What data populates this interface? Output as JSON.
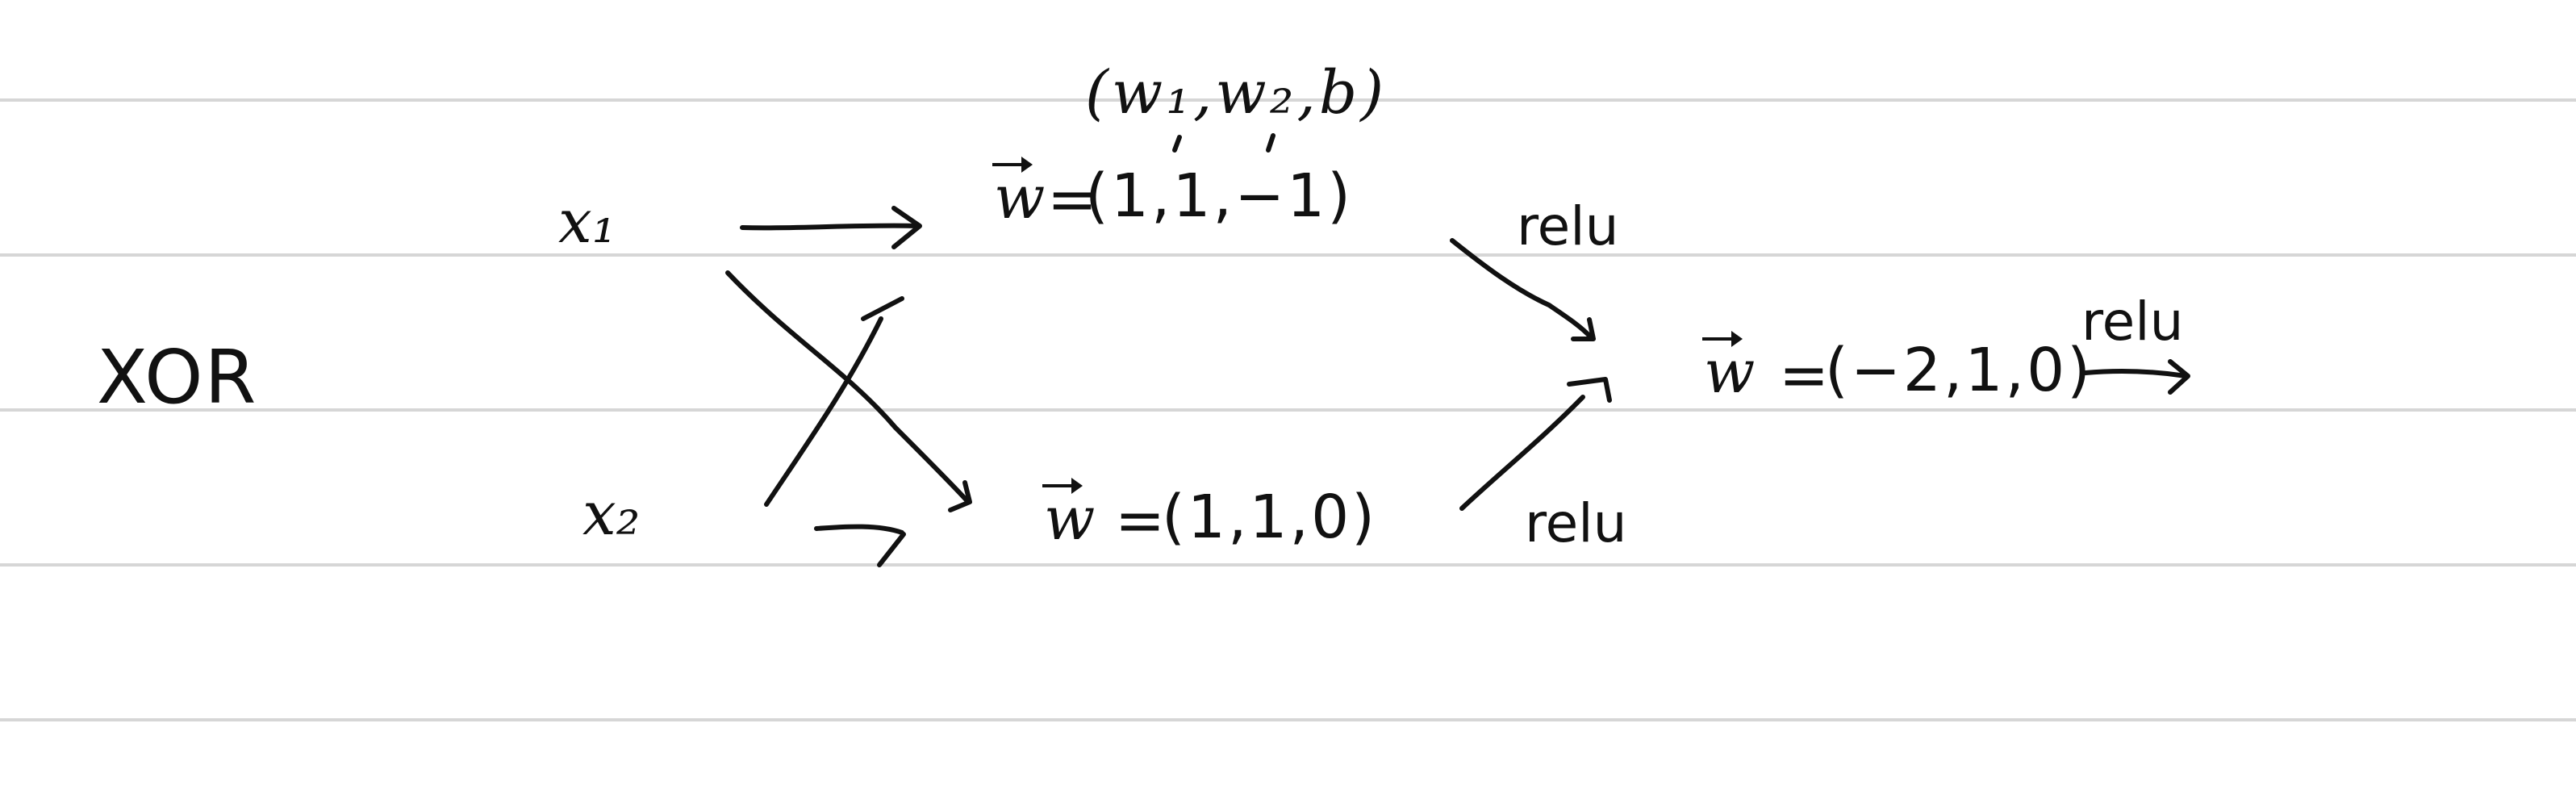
{
  "title": "XOR",
  "inputs": {
    "x1": "x₁",
    "x2": "x₂"
  },
  "header_label": "(w₁,w₂,b)",
  "hidden_units": {
    "top": {
      "vector_symbol": "w",
      "equals": "=",
      "weights": "(1,1,−1)"
    },
    "bottom": {
      "vector_symbol": "w",
      "equals": "=",
      "weights": "(1,1,0)"
    }
  },
  "activations": {
    "top": "relu",
    "bottom": "relu",
    "output": "relu"
  },
  "output_unit": {
    "vector_symbol": "w",
    "equals": "=",
    "weights": "(−2,1,0)"
  },
  "colors": {
    "ink": "#111111",
    "ruled_line": "#d6d6d6",
    "paper": "#ffffff"
  }
}
